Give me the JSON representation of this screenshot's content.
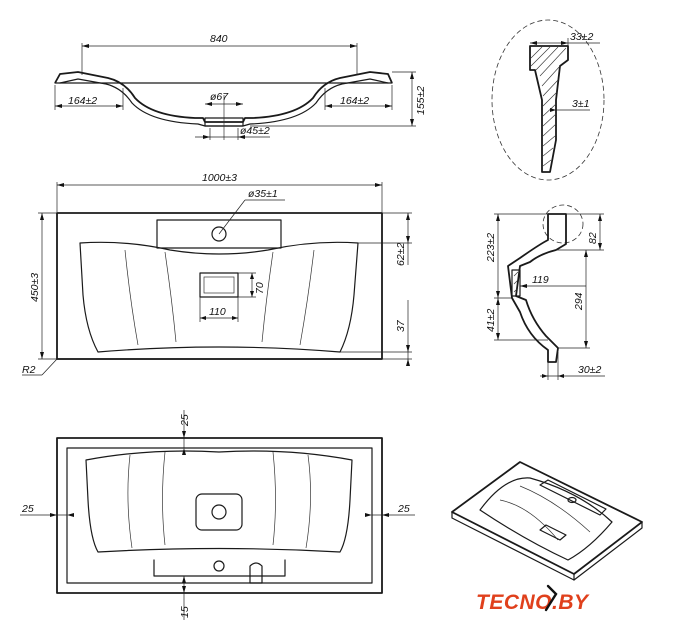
{
  "top_section_view": {
    "overall_width": "840",
    "left_rim": "164±2",
    "right_rim": "164±2",
    "drain_inner": "ø67",
    "drain_outer": "ø45±2",
    "height": "155±2"
  },
  "detail_view": {
    "edge_width": "33±2",
    "wall": "3±1"
  },
  "plan_view": {
    "overall_width": "1000±3",
    "tap_hole": "ø35±1",
    "depth": "450±3",
    "back_offset": "62±2",
    "front_offset": "37",
    "corner_radius": "R2",
    "overflow_width": "110",
    "overflow_height": "70"
  },
  "side_view": {
    "height_total": "223±2",
    "top_part": "82",
    "bowl_depth": "119",
    "drain_height": "41±2",
    "depth": "294",
    "front_edge": "30±2"
  },
  "bottom_view": {
    "top_margin": "25",
    "left_margin": "25",
    "right_margin": "25",
    "bottom_margin": "15"
  },
  "brand": {
    "logo_text": "TECNO.BY",
    "logo_color": "#e0401c"
  }
}
